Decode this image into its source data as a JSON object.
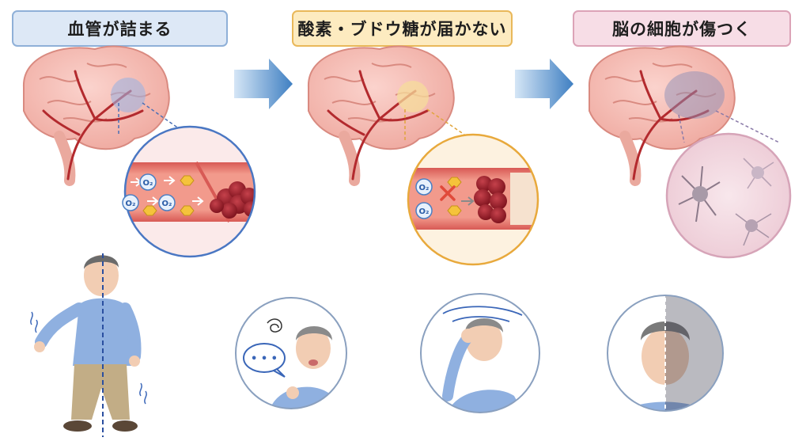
{
  "steps": [
    {
      "title": "血管が詰まる"
    },
    {
      "title": "酸素・ブドウ糖が届かない"
    },
    {
      "title": "脳の細胞が傷つく"
    }
  ],
  "vessel1": {
    "o2_labels": [
      "O₂",
      "O₂",
      "O₂"
    ]
  },
  "vessel2": {
    "o2_labels": [
      "O₂",
      "O₂"
    ]
  },
  "speech": {
    "text": "• • •"
  },
  "colors": {
    "step1": "#dde8f6",
    "step2": "#fdebc0",
    "step3": "#f7dde6",
    "arrow": "#4a86c5",
    "blood": "#9b1c28"
  }
}
